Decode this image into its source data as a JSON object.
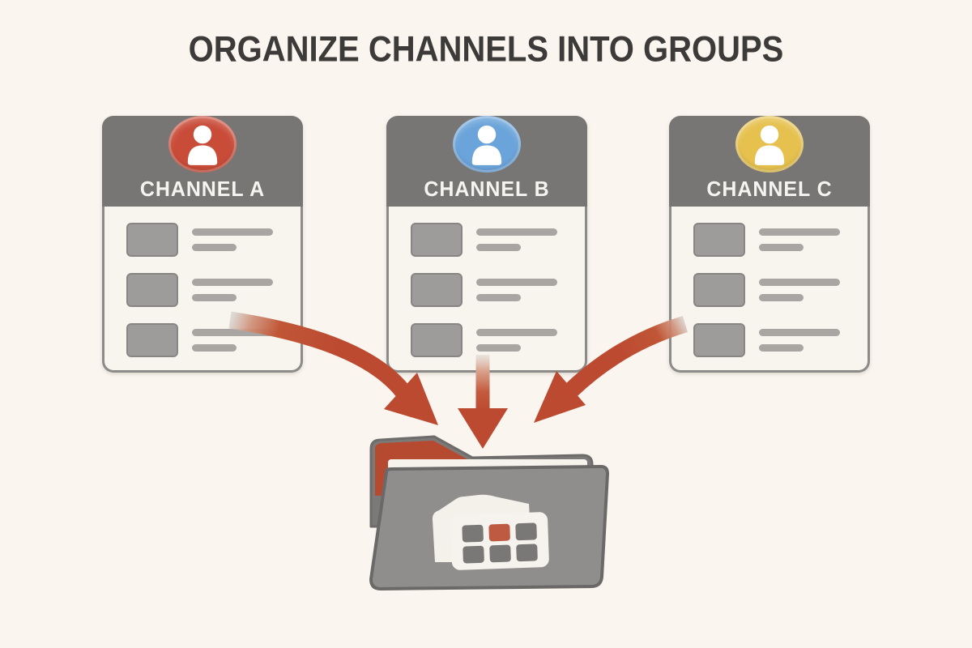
{
  "title": "ORGANIZE CHANNELS INTO GROUPS",
  "channels": [
    {
      "id": "a",
      "label": "CHANNEL A",
      "avatar_color": "#c94c39",
      "items_count": 3
    },
    {
      "id": "b",
      "label": "CHANNEL B",
      "avatar_color": "#6ba4da",
      "items_count": 3
    },
    {
      "id": "c",
      "label": "CHANNEL C",
      "avatar_color": "#e6c14e",
      "items_count": 3
    }
  ],
  "folder": {
    "meaning": "channel group folder",
    "tab_color": "#b64a30",
    "grid_accent_color": "#bf5a42",
    "body_color": "#908e8c",
    "outline_color": "#6b6968",
    "paper_color": "#f6f3ed"
  },
  "arrows": {
    "count": 3,
    "color": "#bc4a31"
  },
  "colors": {
    "background": "#faf5ee",
    "title_text": "#3d3b39",
    "card_header": "#787674",
    "card_body": "#f8f5ef",
    "card_border": "#8d8b89",
    "thumbnail_gray": "#9e9c9a",
    "placeholder_line_gray": "#a8a5a2"
  }
}
